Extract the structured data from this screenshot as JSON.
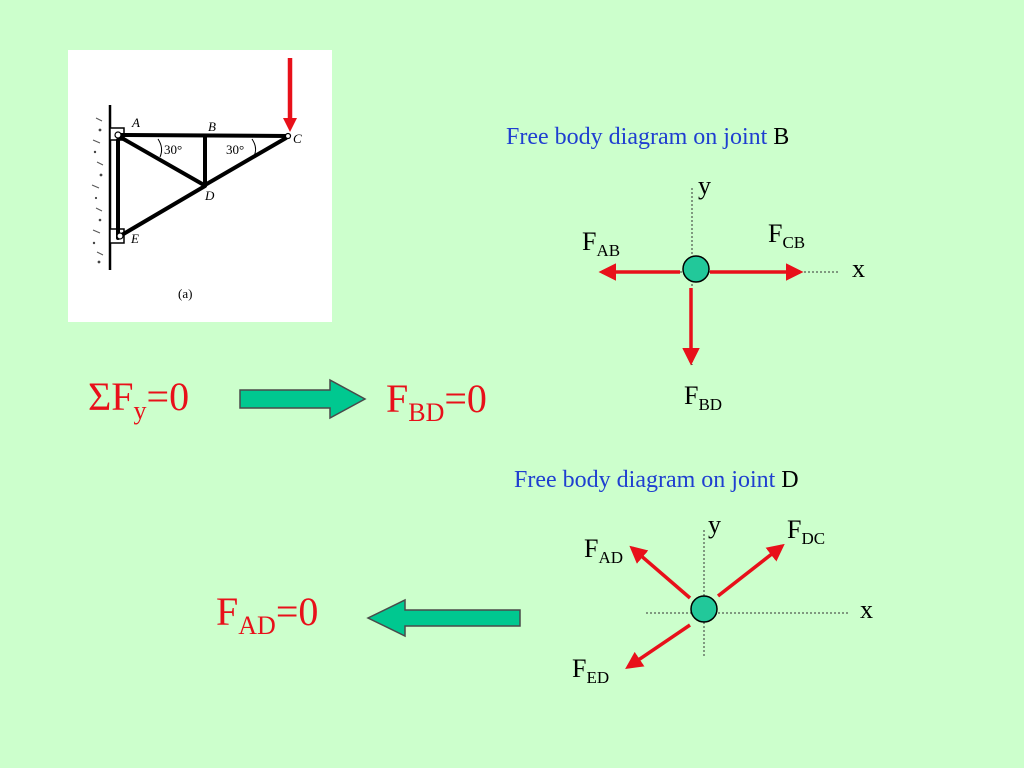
{
  "figure": {
    "caption": "(a)",
    "joints": [
      "A",
      "B",
      "C",
      "D",
      "E"
    ],
    "angle_left": "30°",
    "angle_right": "30°"
  },
  "joint_b": {
    "heading": "Free body diagram on joint",
    "joint_name": "B",
    "axis_y": "y",
    "axis_x": "x",
    "forces": [
      {
        "base": "F",
        "sub": "AB"
      },
      {
        "base": "F",
        "sub": "CB"
      },
      {
        "base": "F",
        "sub": "BD"
      }
    ]
  },
  "joint_d": {
    "heading": "Free body diagram on joint",
    "joint_name": "D",
    "axis_y": "y",
    "axis_x": "x",
    "forces": [
      {
        "base": "F",
        "sub": "AD"
      },
      {
        "base": "F",
        "sub": "DC"
      },
      {
        "base": "F",
        "sub": "ED"
      }
    ]
  },
  "equations": {
    "sum_fy": {
      "prefix": "ΣF",
      "sub": "y",
      "suffix": "=0"
    },
    "fbd_result": {
      "base": "F",
      "sub": "BD",
      "suffix": "=0"
    },
    "fad_result": {
      "base": "F",
      "sub": "AD",
      "suffix": "=0"
    }
  },
  "colors": {
    "background": "#ccffcc",
    "heading": "#1f3fd0",
    "force_arrow": "#e8101a",
    "equation": "#e8101a",
    "block_arrow": "#00c890",
    "joint_node": "#22c89a"
  }
}
